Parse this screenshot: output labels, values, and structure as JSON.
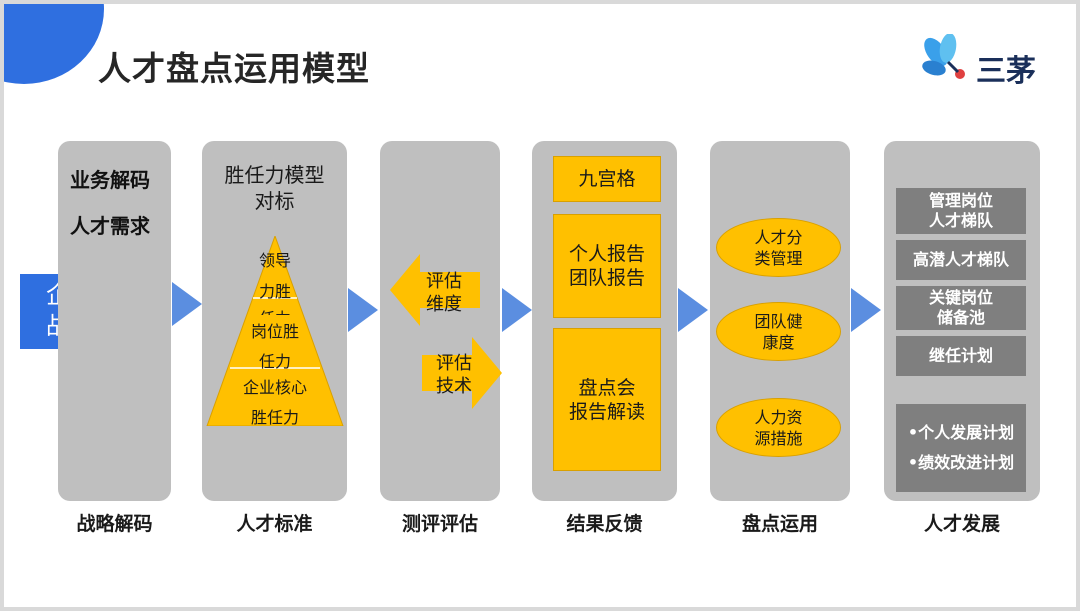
{
  "title": "人才盘点运用模型",
  "logo_text": "三茅",
  "strategy": {
    "line1": "企业",
    "line2": "战略"
  },
  "columns": [
    {
      "label": "战略解码"
    },
    {
      "label": "人才标准"
    },
    {
      "label": "测评评估"
    },
    {
      "label": "结果反馈"
    },
    {
      "label": "盘点运用"
    },
    {
      "label": "人才发展"
    }
  ],
  "col1": {
    "item1": "业务解码",
    "item2": "人才需求"
  },
  "col2": {
    "heading1": "胜任力模型",
    "heading2": "对标",
    "pyramid": [
      "领导",
      "力胜",
      "任力",
      "岗位胜",
      "任力",
      "企业核心",
      "胜任力"
    ]
  },
  "col3": {
    "left_arrow": {
      "line1": "评估",
      "line2": "维度"
    },
    "right_arrow": {
      "line1": "评估",
      "line2": "技术"
    }
  },
  "col4": {
    "box1": "九宫格",
    "box2": {
      "line1": "个人报告",
      "line2": "团队报告"
    },
    "box3": {
      "line1": "盘点会",
      "line2": "报告解读"
    }
  },
  "col5": {
    "ellipse1": {
      "line1": "人才分",
      "line2": "类管理"
    },
    "ellipse2": {
      "line1": "团队健",
      "line2": "康度"
    },
    "ellipse3": {
      "line1": "人力资",
      "line2": "源措施"
    }
  },
  "col6": {
    "box1": {
      "line1": "管理岗位",
      "line2": "人才梯队"
    },
    "box2": "高潜人才梯队",
    "box3": {
      "line1": "关键岗位",
      "line2": "储备池"
    },
    "box4": "继任计划",
    "box5": {
      "line1": "•个人发展计划",
      "line2": "•绩效改进计划"
    }
  },
  "colors": {
    "accent_blue": "#2f6fe0",
    "arrow_blue": "#5b8ee0",
    "column_gray": "#bfbfbf",
    "yellow": "#ffc000",
    "dark_gray_box": "#7f7f7f"
  }
}
